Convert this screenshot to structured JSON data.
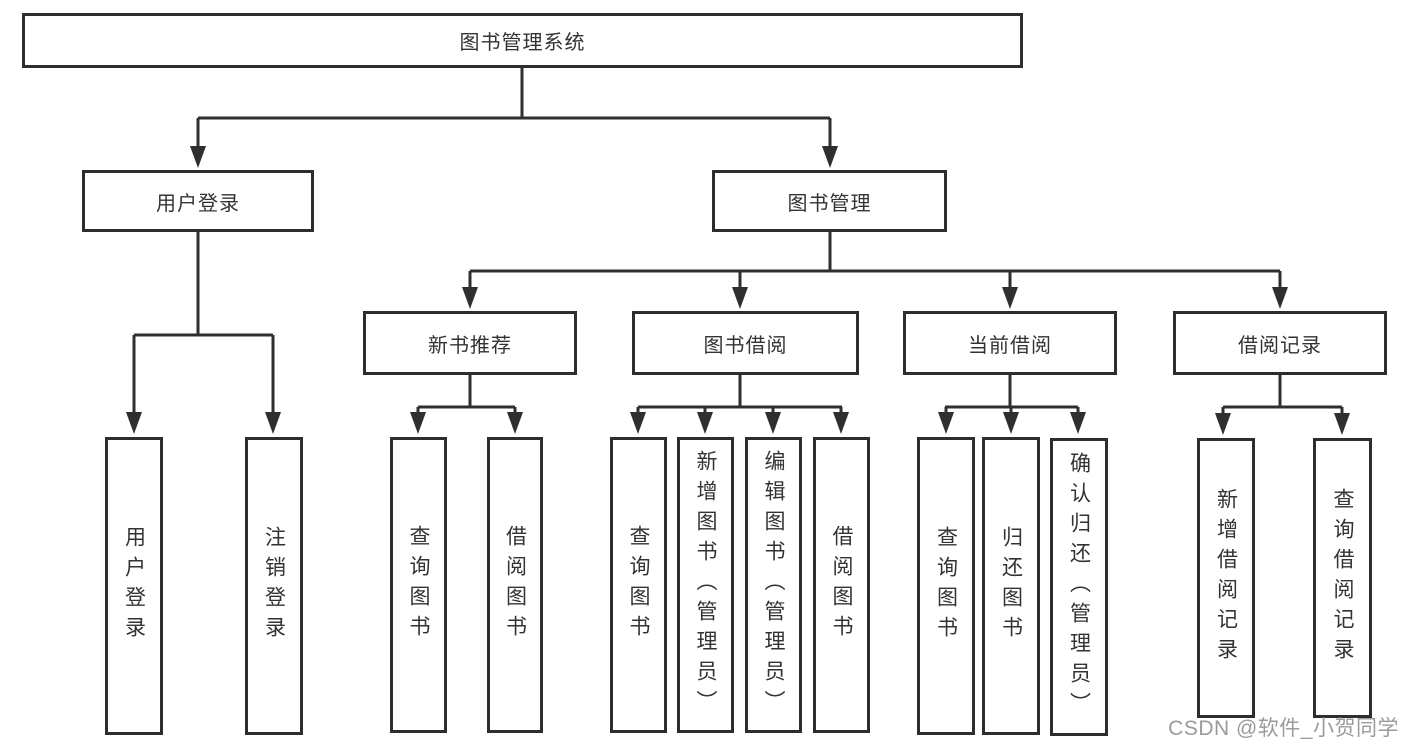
{
  "tree": {
    "root": {
      "label": "图书管理系统"
    },
    "branches": [
      {
        "label": "用户登录",
        "children": [
          {
            "label": "用户登录"
          },
          {
            "label": "注销登录"
          }
        ]
      },
      {
        "label": "图书管理",
        "sections": [
          {
            "label": "新书推荐",
            "children": [
              {
                "label": "查询图书"
              },
              {
                "label": "借阅图书"
              }
            ]
          },
          {
            "label": "图书借阅",
            "children": [
              {
                "label": "查询图书"
              },
              {
                "label": "新增图书（管理员）"
              },
              {
                "label": "编辑图书（管理员）"
              },
              {
                "label": "借阅图书"
              }
            ]
          },
          {
            "label": "当前借阅",
            "children": [
              {
                "label": "查询图书"
              },
              {
                "label": "归还图书"
              },
              {
                "label": "确认归还（管理员）"
              }
            ]
          },
          {
            "label": "借阅记录",
            "children": [
              {
                "label": "新增借阅记录"
              },
              {
                "label": "查询借阅记录"
              }
            ]
          }
        ]
      }
    ]
  },
  "watermark": {
    "text": "CSDN @软件_小贺同学"
  },
  "colors": {
    "line": "#2f2f2f",
    "border": "#2d2d2d",
    "text": "#333333",
    "watermark_text": "#9b9b9b",
    "background": "#ffffff"
  }
}
